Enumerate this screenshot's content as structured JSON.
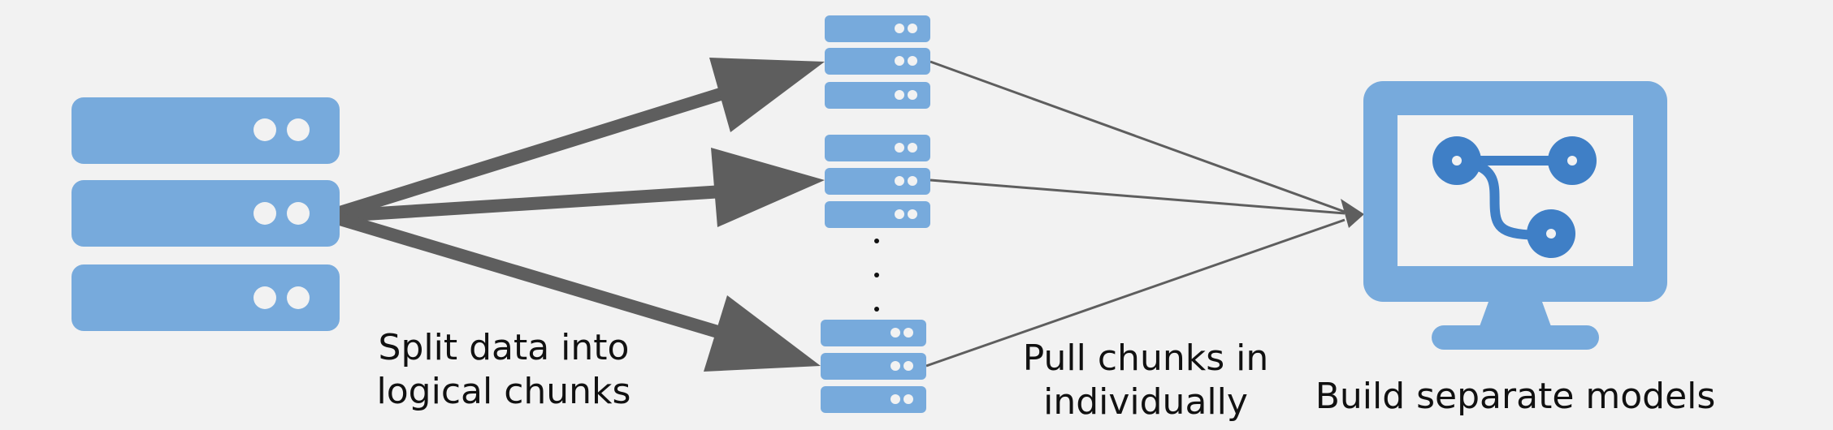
{
  "colors": {
    "background": "#f2f2f2",
    "server": "#77aadc",
    "server_dot": "#f2f2f2",
    "arrow": "#5e5e5e",
    "monitor": "#77aadc",
    "screen": "#f2f2f2",
    "model_graph": "#3f7fc6"
  },
  "icons": {
    "source": "server-stack-icon",
    "chunks": "server-stack-icon",
    "ellipsis": "vertical-ellipsis-icon",
    "target": "monitor-model-graph-icon"
  },
  "captions": {
    "split": [
      "Split data into",
      "logical chunks"
    ],
    "pull": [
      "Pull chunks in",
      "individually"
    ],
    "build": [
      "Build separate models"
    ]
  }
}
